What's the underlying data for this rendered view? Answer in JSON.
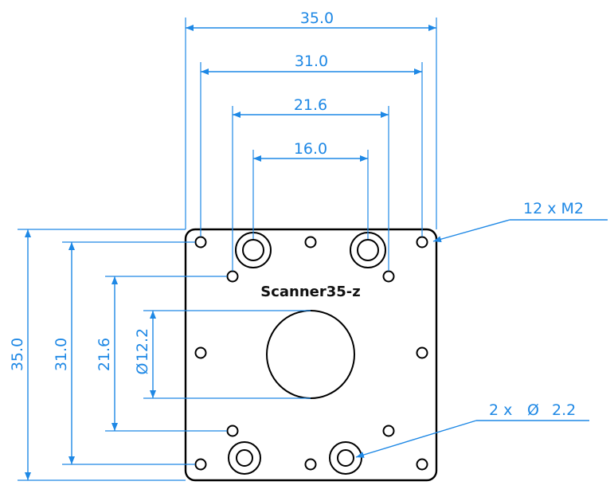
{
  "part_label": "Scanner35-z",
  "horizontal_dims": [
    "35.0",
    "31.0",
    "21.6",
    "16.0"
  ],
  "vertical_dims": [
    "35.0",
    "31.0",
    "21.6",
    "12.2"
  ],
  "diameter_symbol": "Ø",
  "callouts": {
    "threads": "12 x  M2",
    "holes_prefix": "2 x",
    "holes_value": "2.2"
  },
  "colors": {
    "dimension": "#1e88e5",
    "outline": "#000000"
  }
}
